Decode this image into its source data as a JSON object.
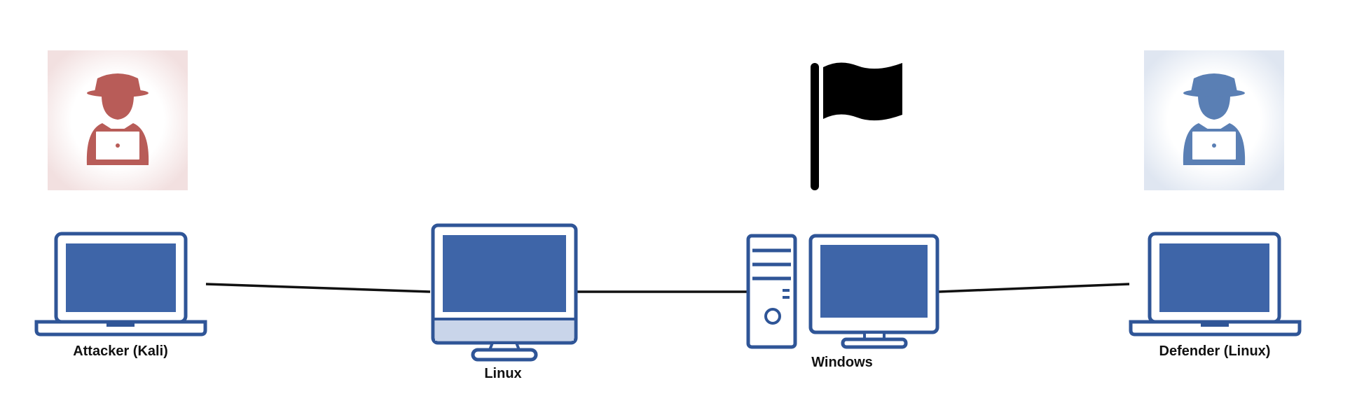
{
  "nodes": {
    "attacker": {
      "label": "Attacker (Kali)",
      "device": "laptop-icon",
      "persona": "hacker-icon"
    },
    "linux": {
      "label": "Linux",
      "device": "monitor-icon"
    },
    "windows": {
      "label": "Windows",
      "device": "desktop-tower-icon",
      "marker": "flag-icon"
    },
    "defender": {
      "label": "Defender (Linux)",
      "device": "laptop-icon",
      "persona": "hacker-icon"
    }
  },
  "colors": {
    "device_outline": "#2f5597",
    "device_screen": "#3e65a8",
    "device_fill": "#ffffff",
    "attacker_accent": "#b85c58",
    "defender_accent": "#5a7fb4",
    "link": "#111111",
    "flag": "#000000"
  }
}
